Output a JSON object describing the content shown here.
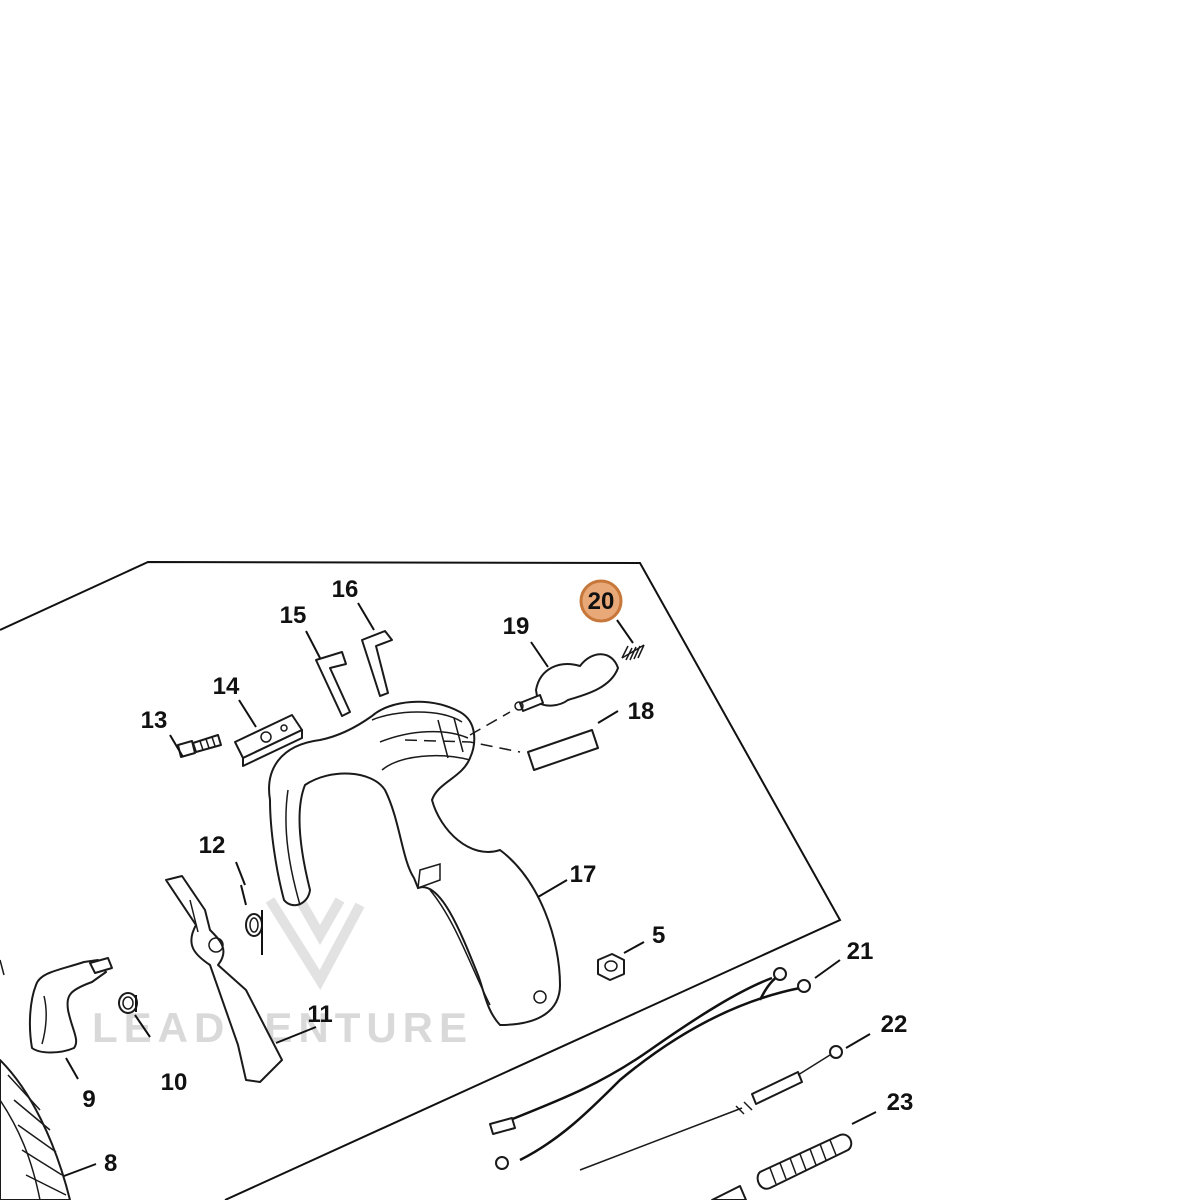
{
  "diagram": {
    "callouts": [
      {
        "id": "5",
        "label": "5"
      },
      {
        "id": "8",
        "label": "8"
      },
      {
        "id": "9",
        "label": "9"
      },
      {
        "id": "10",
        "label": "10"
      },
      {
        "id": "11",
        "label": "11"
      },
      {
        "id": "12",
        "label": "12"
      },
      {
        "id": "13",
        "label": "13"
      },
      {
        "id": "14",
        "label": "14"
      },
      {
        "id": "15",
        "label": "15"
      },
      {
        "id": "16",
        "label": "16"
      },
      {
        "id": "17",
        "label": "17"
      },
      {
        "id": "18",
        "label": "18"
      },
      {
        "id": "19",
        "label": "19"
      },
      {
        "id": "20",
        "label": "20",
        "highlighted": true
      },
      {
        "id": "21",
        "label": "21"
      },
      {
        "id": "22",
        "label": "22"
      },
      {
        "id": "23",
        "label": "23"
      }
    ],
    "highlight": {
      "part": "20",
      "fill_color": "#e8a878",
      "border_color": "#c8773a"
    },
    "watermark_text": "LEADVENTURE"
  }
}
